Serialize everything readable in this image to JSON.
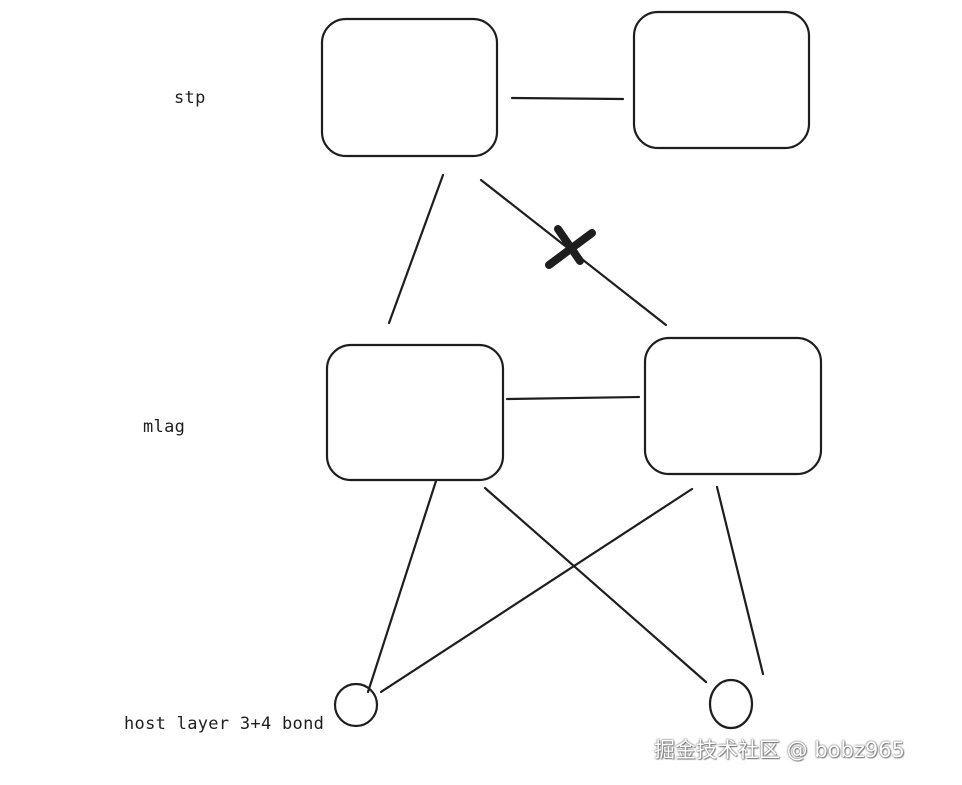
{
  "labels": {
    "stp": "stp",
    "mlag": "mlag",
    "host": "host layer 3+4 bond"
  },
  "watermark": "掘金技术社区 @ bobz965",
  "colors": {
    "stroke": "#1e1e1e",
    "background": "#ffffff"
  }
}
